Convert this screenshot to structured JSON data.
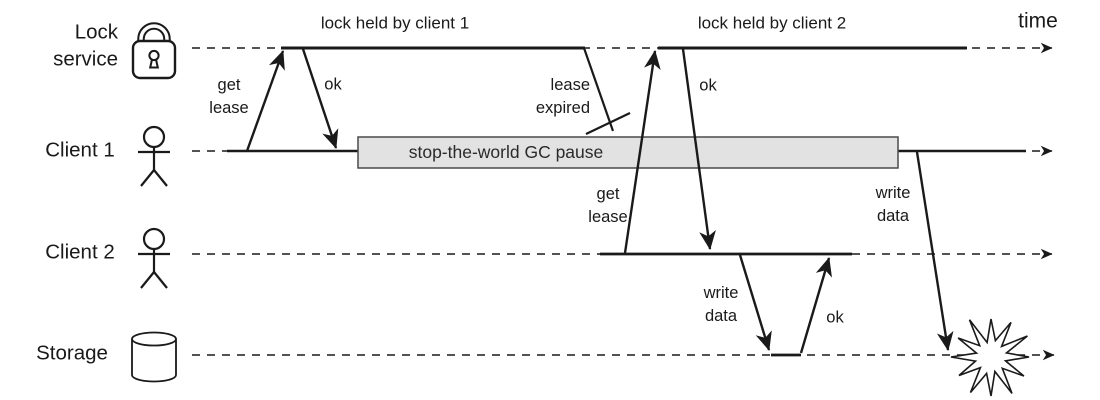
{
  "time_label": "time",
  "rows": {
    "lock_service": {
      "label": "Lock service",
      "icon": "padlock-icon"
    },
    "client1": {
      "label": "Client 1",
      "icon": "person-icon"
    },
    "client2": {
      "label": "Client 2",
      "icon": "person-icon"
    },
    "storage": {
      "label": "Storage",
      "icon": "database-cylinder-icon"
    }
  },
  "lock_spans": {
    "client1": "lock held by client 1",
    "client2": "lock held by client 2"
  },
  "gc_pause": {
    "label": "stop-the-world GC pause"
  },
  "messages": {
    "get_lease_1": "get\nlease",
    "ok_1": "ok",
    "lease_expired": "lease\nexpired",
    "get_lease_2": "get\nlease",
    "ok_2": "ok",
    "write_data_2": "write\ndata",
    "ok_3": "ok",
    "write_data_1": "write\ndata"
  },
  "colors": {
    "line": "#1a1a1a",
    "gc_box_fill": "#e2e2e2",
    "gc_box_border": "#4a4a4a",
    "background": "#ffffff"
  }
}
